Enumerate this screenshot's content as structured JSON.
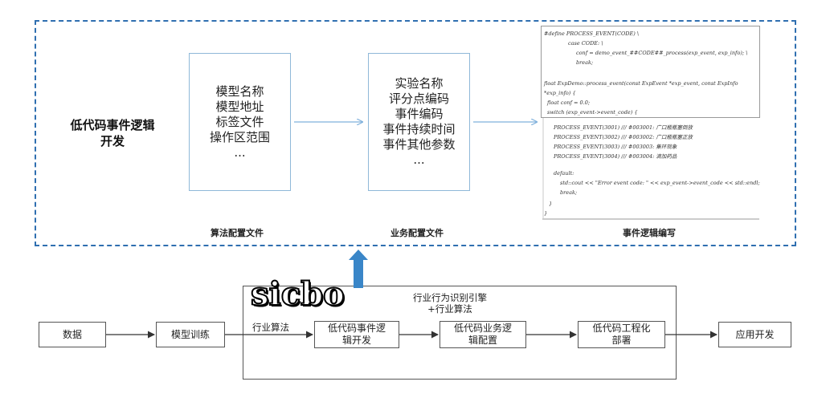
{
  "top_panel": {
    "title_lines": [
      "低代码事件逻辑",
      "开发"
    ],
    "algo_box": {
      "lines": [
        "模型名称",
        "模型地址",
        "标签文件",
        "操作区范围",
        "..."
      ]
    },
    "biz_box": {
      "lines": [
        "实验名称",
        "评分点编码",
        "事件编码",
        "事件持续时间",
        "事件其他参数",
        "..."
      ]
    },
    "captions": {
      "algo": "算法配置文件",
      "biz": "业务配置文件",
      "event": "事件逻辑编写"
    }
  },
  "code_lines": [
    "#define PROCESS_EVENT(CODE) \\",
    "case CODE: \\",
    "conf = demo_event_##CODE##_process(exp_event, exp_info); \\",
    "break;",
    "float  ExpDemo::process_event(const  ExpEvent  *exp_event,  const  ExpInfo",
    "*exp_info) {",
    "float conf = 0.0;",
    "switch (exp_event->event_code) {",
    "PROCESS_EVENT(3001)   /// #003001:  广口瓶瓶塞倒放",
    "PROCESS_EVENT(3002)   /// #003002:  广口瓶瓶塞正放",
    "PROCESS_EVENT(3003)   /// #003003:  集环现象",
    "PROCESS_EVENT(3004)   /// #003004:  滴加药品",
    "default:",
    "std::cout << \"Error event code: \" << exp_event->event_code << std::endl;",
    "break;",
    "}",
    "}"
  ],
  "flow": {
    "data": "数据",
    "train": "模型训练",
    "industry_algo": "行业算法",
    "engine_lines": [
      "行业行为识别引擎",
      "+行业算法"
    ],
    "event_dev": [
      "低代码事件逻",
      "辑开发"
    ],
    "biz_config": [
      "低代码业务逻",
      "辑配置"
    ],
    "deploy": [
      "低代码工程化",
      "部署"
    ],
    "app_dev": "应用开发"
  },
  "watermark": "sicbo",
  "colors": {
    "dash": "#2f6fb0",
    "arrow_blue": "#7fb0dc",
    "up_arrow": "#3a86c8",
    "box_border": "#8fb8d8"
  }
}
